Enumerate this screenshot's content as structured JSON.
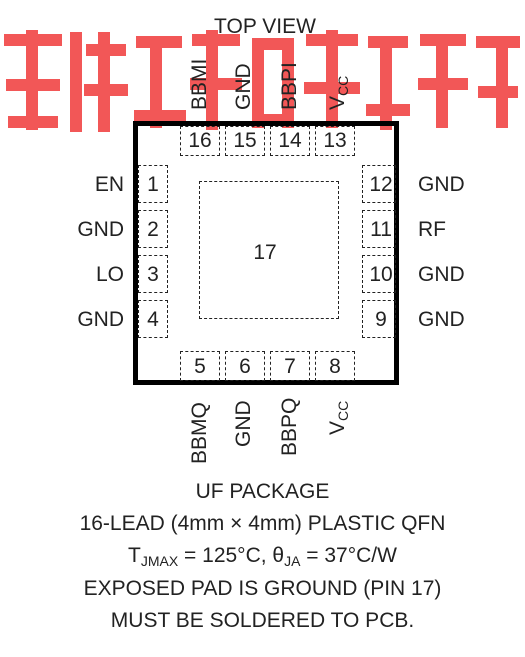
{
  "watermark": {
    "text": "买现货 请到 元器件 电子",
    "color": "#f03a3a"
  },
  "title": "TOP VIEW",
  "top_labels": [
    "BBMI",
    "GND",
    "BBPI",
    "V",
    "CC"
  ],
  "top_pins": [
    "16",
    "15",
    "14",
    "13"
  ],
  "left_labels": [
    "EN",
    "GND",
    "LO",
    "GND"
  ],
  "left_pins": [
    "1",
    "2",
    "3",
    "4"
  ],
  "right_labels": [
    "GND",
    "RF",
    "GND",
    "GND"
  ],
  "right_pins": [
    "12",
    "11",
    "10",
    "9"
  ],
  "bottom_pins": [
    "5",
    "6",
    "7",
    "8"
  ],
  "bottom_labels": [
    "BBMQ",
    "GND",
    "BBPQ",
    "V",
    "CC"
  ],
  "exposed_pad": "17",
  "caption": {
    "line1": "UF PACKAGE",
    "line2": "16-LEAD (4mm × 4mm) PLASTIC QFN",
    "line3_t": "T",
    "line3_sub1": "JMAX",
    "line3_mid": " = 125°C, θ",
    "line3_sub2": "JA",
    "line3_end": " = 37°C/W",
    "line4": "EXPOSED PAD IS GROUND (PIN 17)",
    "line5": "MUST BE SOLDERED TO PCB."
  }
}
